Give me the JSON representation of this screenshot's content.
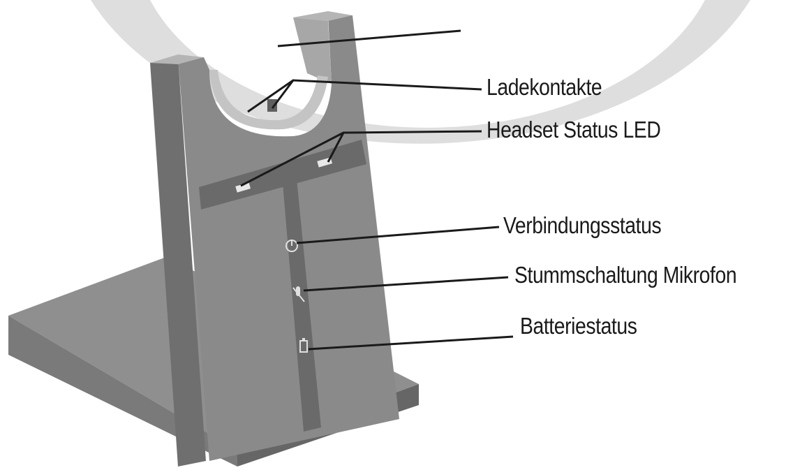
{
  "diagram": {
    "labels": {
      "charging_contacts": "Ladekontakte",
      "headset_status_led": "Headset Status LED",
      "connection_status": "Verbindungsstatus",
      "mic_mute": "Stummschaltung Mikrofon",
      "battery_status": "Batteriestatus"
    },
    "colors": {
      "background": "#ffffff",
      "watermark": "#dedede",
      "stand_front": "#8a8a8a",
      "stand_side": "#6f6f6f",
      "base_top": "#8f8f8f",
      "strip": "#6a6a6a",
      "leader_line": "#1a1a1a",
      "text": "#1a1a1a"
    },
    "icons": [
      "charging-contact-icon",
      "led-icon",
      "connection-status-icon",
      "mic-mute-icon",
      "battery-icon"
    ]
  }
}
